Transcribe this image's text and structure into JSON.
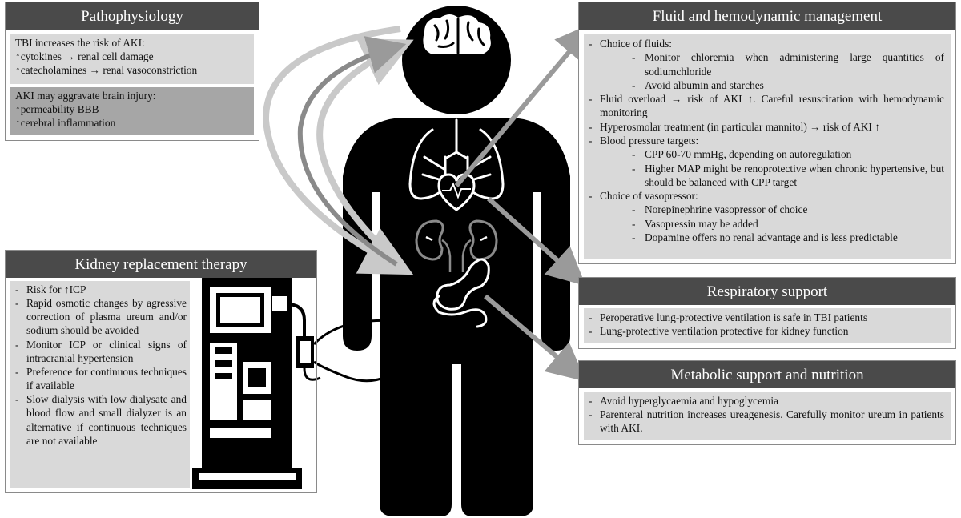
{
  "pathophysiology": {
    "title": "Pathophysiology",
    "box1": [
      "TBI increases the risk of AKI:",
      "↑cytokines → renal cell damage",
      "↑catecholamines → renal vasoconstriction"
    ],
    "box2": [
      "AKI may aggravate brain injury:",
      "↑permeability BBB",
      "↑cerebral inflammation"
    ]
  },
  "kidney_replacement": {
    "title": "Kidney replacement therapy",
    "items": [
      "Risk for ↑ICP",
      "Rapid osmotic changes by agressive correction of plasma ureum and/or sodium should be avoided",
      "Monitor ICP or clinical signs of intracranial hypertension",
      "Preference for continuous techniques if available",
      "Slow dialysis with low dialysate and blood flow and small dialyzer is an alternative if continuous techniques are not available"
    ]
  },
  "fluid": {
    "title": "Fluid and hemodynamic management",
    "choice_fluids": "Choice of fluids:",
    "fluids_sub": [
      "Monitor chloremia when administering large quantities of sodiumchloride",
      "Avoid albumin and starches"
    ],
    "overload": "Fluid overload → risk of AKI ↑. Careful resuscitation with hemodynamic monitoring",
    "hyperosmolar": "Hyperosmolar treatment (in particular mannitol) → risk of AKI ↑",
    "bp_targets": "Blood pressure targets:",
    "bp_sub": [
      "CPP 60-70 mmHg, depending on autoregulation",
      "Higher MAP might be renoprotective when chronic hypertensive, but should be balanced with CPP target"
    ],
    "vasopressor": "Choice of vasopressor:",
    "vaso_sub": [
      "Norepinephrine vasopressor of choice",
      "Vasopressin may be added",
      "Dopamine offers no renal advantage and is less predictable"
    ]
  },
  "respiratory": {
    "title": "Respiratory support",
    "items": [
      "Peroperative lung-protective ventilation is safe in TBI patients",
      "Lung-protective ventilation protective for kidney function"
    ]
  },
  "metabolic": {
    "title": "Metabolic support and nutrition",
    "items": [
      "Avoid hyperglycaemia and hypoglycemia",
      "Parenteral nutrition increases ureagenesis. Carefully monitor ureum in patients with AKI."
    ]
  },
  "icons": [
    "brain-icon",
    "heart-icon",
    "lungs-icon",
    "kidneys-icon",
    "stomach-icon",
    "dialysis-machine-icon",
    "human-figure-icon"
  ],
  "colors": {
    "header": "#4a4a4a",
    "box_light": "#d9d9d9",
    "box_dark": "#a6a6a6",
    "figure": "#000000"
  }
}
